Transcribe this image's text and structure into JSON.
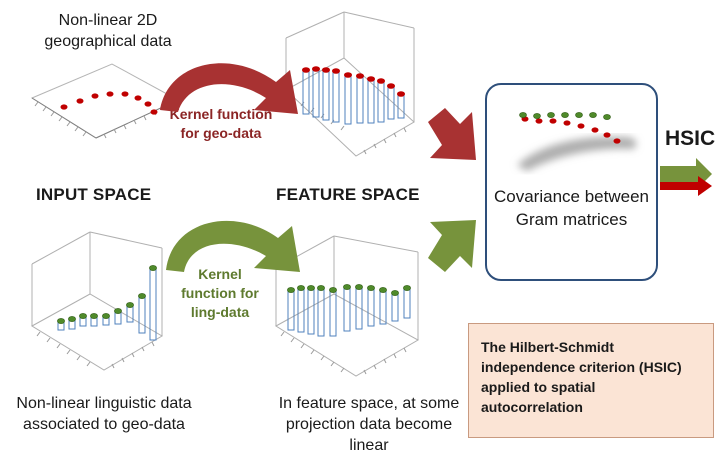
{
  "labels": {
    "geo_data": "Non-linear 2D geographical data",
    "input_space": "INPUT SPACE",
    "feature_space": "FEATURE SPACE",
    "ling_data": "Non-linear  linguistic data associated to geo-data",
    "projection": "In feature space, at some projection data become linear"
  },
  "kernels": {
    "geo": "Kernel function for geo-data",
    "ling": "Kernel function for ling-data"
  },
  "covariance": {
    "text": "Covariance between Gram matrices"
  },
  "hsic": {
    "label": "HSIC",
    "description": "The Hilbert-Schmidt independence criterion (HSIC) applied to spatial autocorrelation"
  },
  "colors": {
    "geo_arrow": "#a83232",
    "ling_arrow": "#77933c",
    "box_border": "#2e4f7b",
    "red_point": "#c00000",
    "green_point": "#4f8a2a",
    "bar_stroke": "#4f81bd",
    "hsic_bg": "#fbe4d5"
  }
}
